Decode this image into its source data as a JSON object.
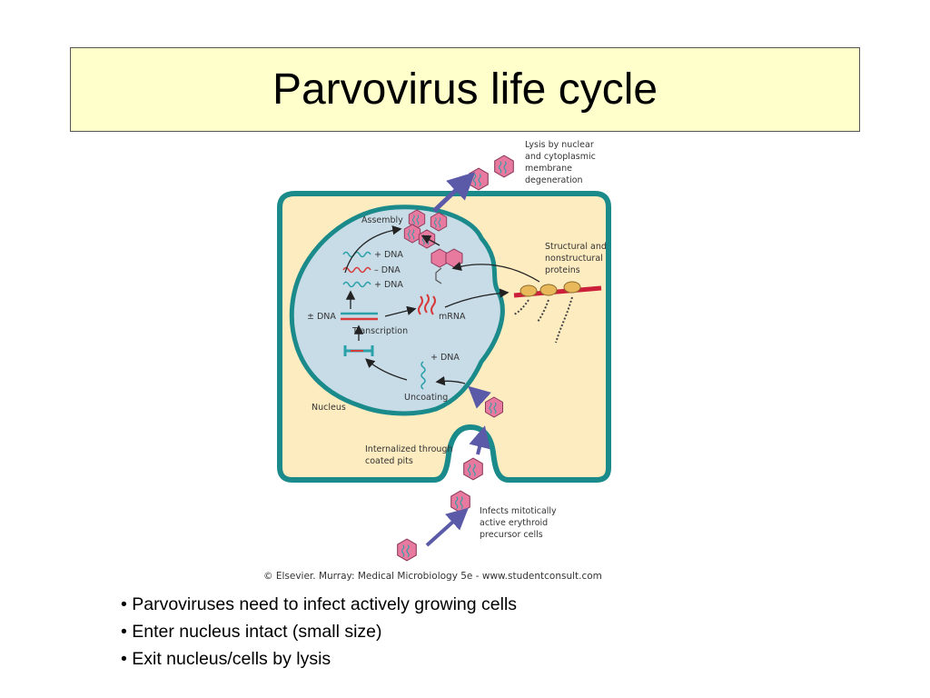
{
  "slide": {
    "title": "Parvovirus life cycle"
  },
  "diagram": {
    "labels": {
      "lysis": [
        "Lysis by nuclear",
        "and cytoplasmic",
        "membrane",
        "degeneration"
      ],
      "assembly": "Assembly",
      "plus_dna_1": "+ DNA",
      "minus_dna": "– DNA",
      "plus_dna_2": "+ DNA",
      "pm_dna": "± DNA",
      "transcription": "Transcription",
      "mrna": "mRNA",
      "plus_dna_3": "+ DNA",
      "uncoating": "Uncoating",
      "nucleus": "Nucleus",
      "structural": [
        "Structural and",
        "nonstructural",
        "proteins"
      ],
      "internalized": [
        "Internalized through",
        "coated pits"
      ],
      "infects": [
        "Infects mitotically",
        "active erythroid",
        "precursor cells"
      ]
    },
    "credit": "© Elsevier. Murray: Medical Microbiology 5e - www.studentconsult.com",
    "colors": {
      "cell_fill": "#fdecc0",
      "cell_border": "#1a8a8a",
      "nucleus_fill": "#c8dce8",
      "virion_fill": "#e87aa0",
      "arrow_blue": "#5a5aa8",
      "dna_teal": "#2aa0a8",
      "dna_red": "#d83a3a",
      "protein_red": "#cc1f3a",
      "protein_blob": "#e8b85a"
    }
  },
  "bullets": [
    "• Parvoviruses need to infect actively growing cells",
    "• Enter nucleus intact (small size)",
    "• Exit nucleus/cells by lysis"
  ]
}
